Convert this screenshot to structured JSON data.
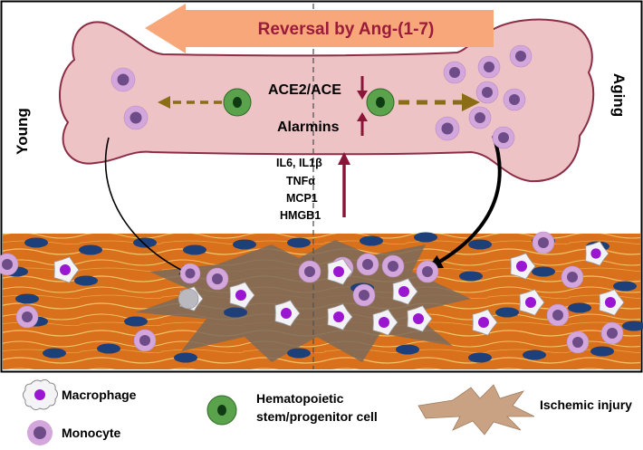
{
  "banner": {
    "text": "Reversal by Ang-(1-7)"
  },
  "side_labels": {
    "left": "Young",
    "right": "Aging"
  },
  "bone_labels": {
    "ratio": "ACE2/ACE",
    "alarmins": "Alarmins"
  },
  "cytokines": [
    "IL6, IL1β",
    "TNFα",
    "MCP1",
    "HMGB1"
  ],
  "legend": {
    "macrophage": "Macrophage",
    "monocyte": "Monocyte",
    "hspc_line1": "Hematopoietic",
    "hspc_line2": "stem/progenitor cell",
    "injury": "Ischemic injury"
  },
  "colors": {
    "banner": "#f7a77a",
    "banner_text": "#9b1c3a",
    "bone_fill": "#edc3c6",
    "bone_stroke": "#8b2e45",
    "muscle": "#d8701c",
    "muscle_fiber": "#f5c86a",
    "injury": "#7b6a5a",
    "arrow_brown": "#8a6d14",
    "arrow_up": "#8b1538",
    "monocyte_outer": "#d3a6dc",
    "monocyte_inner": "#6e4c88",
    "hspc_outer": "#5aa24c",
    "hspc_inner": "#0f3b12",
    "macrophage_nucleus": "#9a16d0",
    "nucleus_blue": "#1d3f7a"
  }
}
